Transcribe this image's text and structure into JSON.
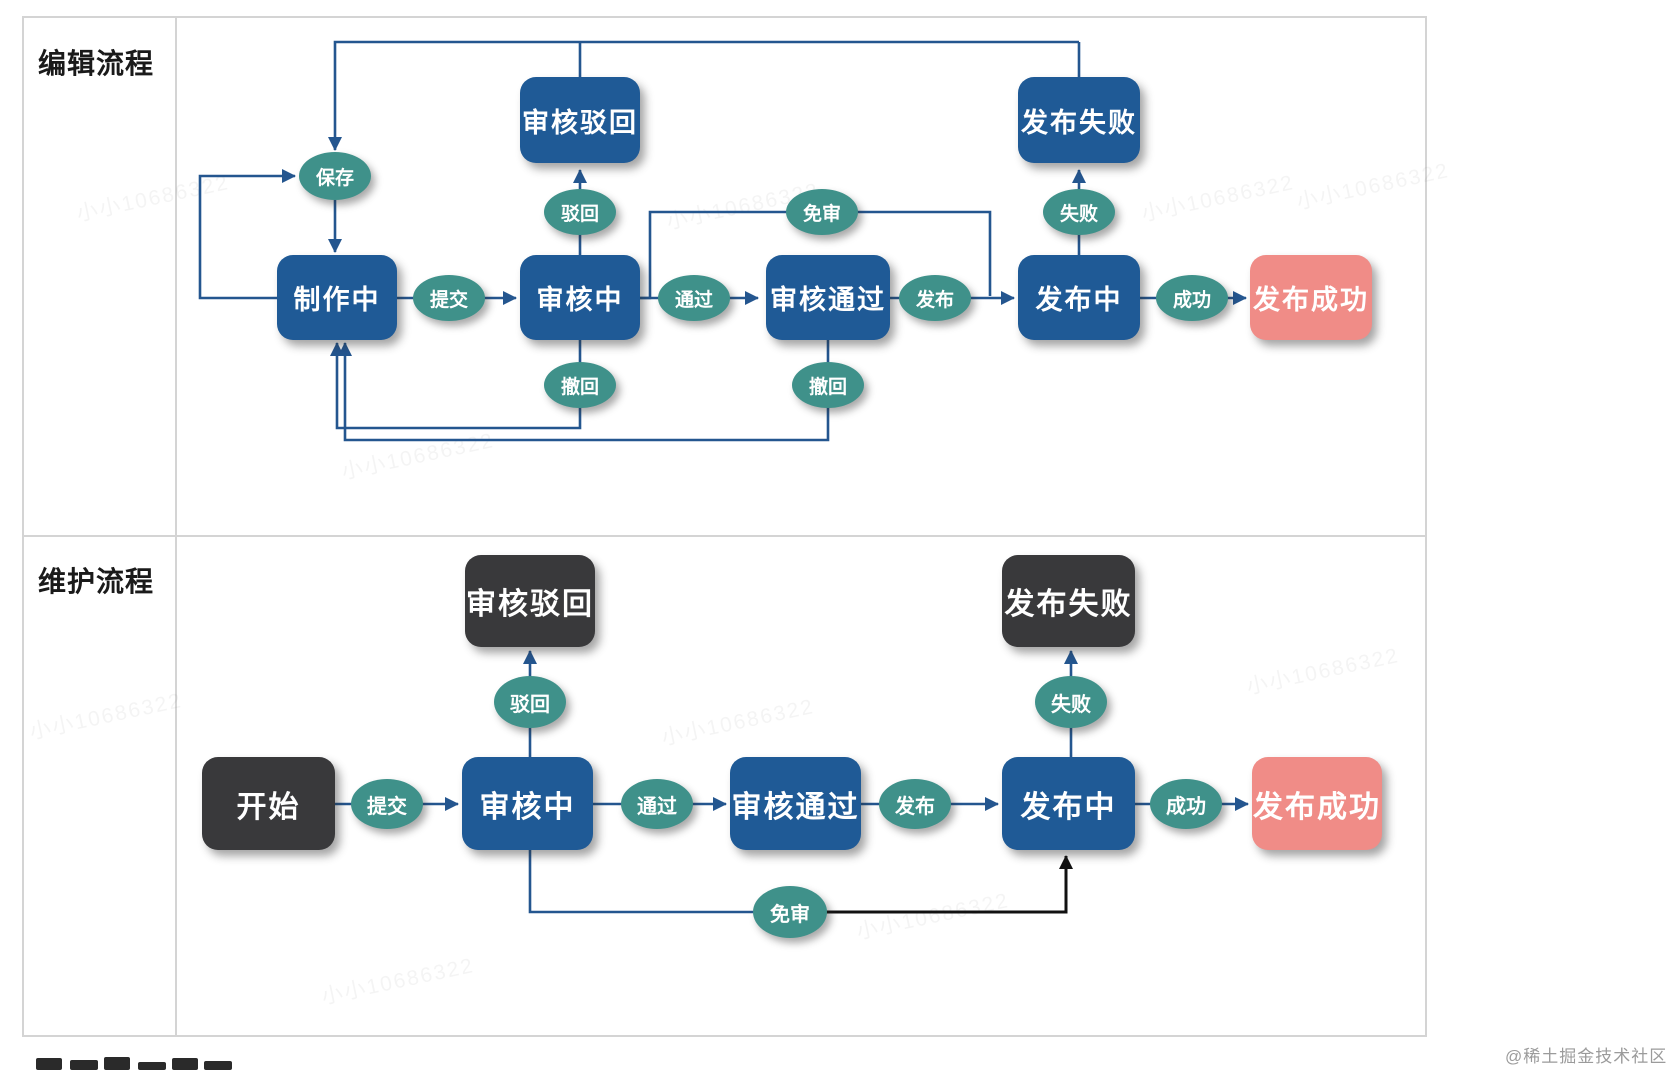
{
  "edit_flow": {
    "title": "编辑流程",
    "states": {
      "making": "制作中",
      "reviewing": "审核中",
      "review_passed": "审核通过",
      "publishing": "发布中",
      "publish_success": "发布成功",
      "review_rejected": "审核驳回",
      "publish_failed": "发布失败"
    },
    "transitions": {
      "save": "保存",
      "submit": "提交",
      "reject": "驳回",
      "pass": "通过",
      "skip_review": "免审",
      "publish": "发布",
      "fail": "失败",
      "success": "成功",
      "withdraw_from_review": "撤回",
      "withdraw_from_passed": "撤回"
    }
  },
  "maintain_flow": {
    "title": "维护流程",
    "states": {
      "start": "开始",
      "reviewing": "审核中",
      "review_passed": "审核通过",
      "publishing": "发布中",
      "publish_success": "发布成功",
      "review_rejected": "审核驳回",
      "publish_failed": "发布失败"
    },
    "transitions": {
      "submit": "提交",
      "reject": "驳回",
      "pass": "通过",
      "publish": "发布",
      "fail": "失败",
      "success": "成功",
      "skip_review": "免审"
    }
  },
  "watermarks": {
    "diagonal": "小小10686322",
    "corner": "@稀土掘金技术社区"
  },
  "colors": {
    "state_blue": "#1f5a96",
    "state_dark": "#39393b",
    "state_success_salmon": "#f08c87",
    "transition_teal": "#3f918a",
    "edge_blue": "#24568f",
    "edge_black": "#111111",
    "panel_border": "#d4d4d4"
  }
}
